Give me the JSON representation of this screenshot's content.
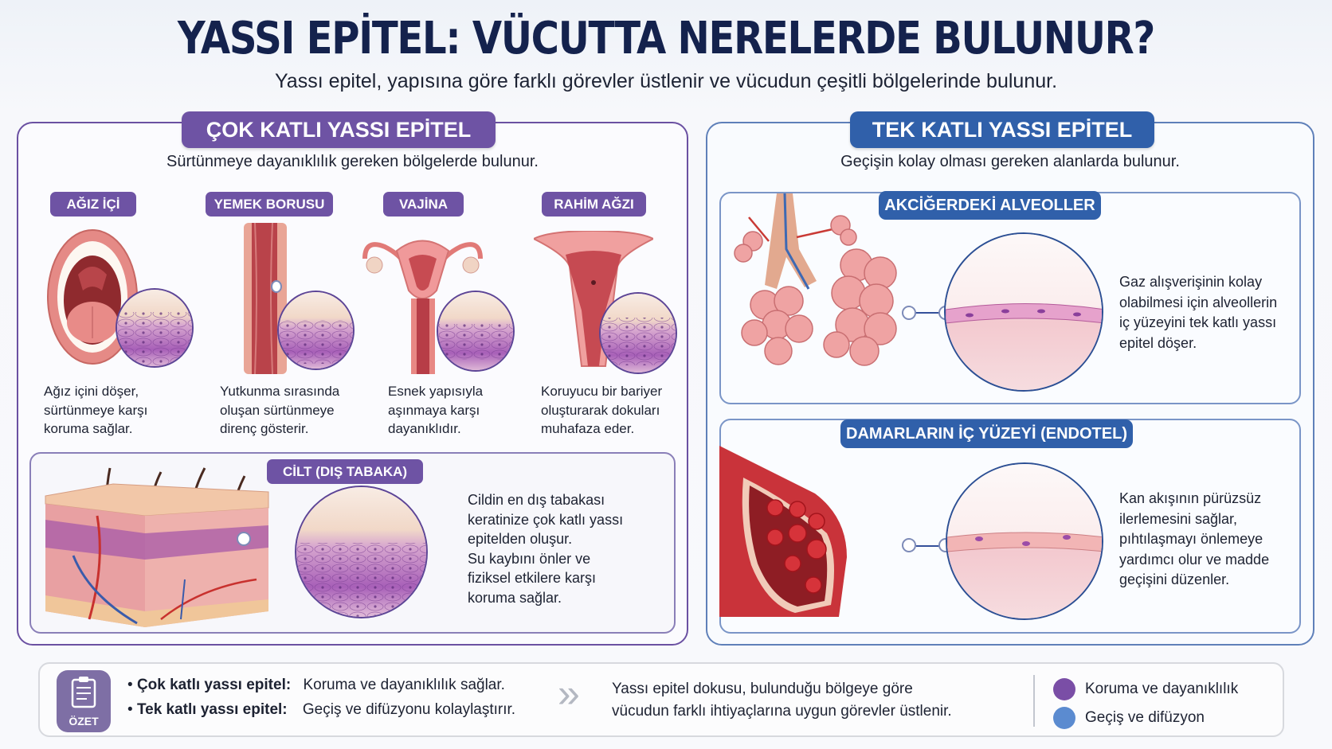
{
  "header": {
    "title": "YASSI EPİTEL: VÜCUTTA NERELERDE BULUNUR?",
    "subtitle": "Yassı epitel, yapısına göre farklı görevler üstlenir ve vücudun çeşitli bölgelerinde bulunur."
  },
  "left_panel": {
    "title": "ÇOK KATLI YASSI EPİTEL",
    "subtitle": "Sürtünmeye dayanıklılık gereken bölgelerde bulunur.",
    "organs": [
      {
        "label": "AĞIZ İÇİ",
        "icon": "open-mouth-icon",
        "lines": [
          "Ağız içini döşer,",
          "sürtünmeye karşı",
          "koruma sağlar."
        ]
      },
      {
        "label": "YEMEK BORUSU",
        "icon": "esophagus-icon",
        "lines": [
          "Yutkunma sırasında",
          "oluşan sürtünmeye",
          "direnç gösterir."
        ]
      },
      {
        "label": "VAJİNA",
        "icon": "uterus-vagina-icon",
        "lines": [
          "Esnek yapısıyla",
          "aşınmaya karşı",
          "dayanıklıdır."
        ]
      },
      {
        "label": "RAHİM AĞZI",
        "icon": "cervix-icon",
        "lines": [
          "Koruyucu bir bariyer",
          "oluşturarak dokuları",
          "muhafaza eder."
        ]
      }
    ],
    "skin": {
      "label": "CİLT (DIŞ TABAKA)",
      "icon": "skin-cross-section-icon",
      "lines": [
        "Cildin en dış tabakası",
        "keratinize çok katlı yassı",
        "epitelden oluşur.",
        "Su kaybını önler ve",
        "fiziksel etkilere karşı",
        "koruma sağlar."
      ]
    }
  },
  "right_panel": {
    "title": "TEK KATLI YASSI EPİTEL",
    "subtitle": "Geçişin kolay olması gereken alanlarda bulunur.",
    "alveoli": {
      "label": "AKCİĞERDEKİ ALVEOLLER",
      "icon": "lung-alveoli-icon",
      "lines": [
        "Gaz alışverişinin kolay",
        "olabilmesi için alveollerin",
        "iç yüzeyini tek katlı yassı",
        "epitel döşer."
      ]
    },
    "endothelium": {
      "label": "DAMARLARIN İÇ YÜZEYİ (ENDOTEL)",
      "icon": "blood-vessel-icon",
      "lines": [
        "Kan akışının pürüzsüz",
        "ilerlemesini sağlar,",
        "pıhtılaşmayı önlemeye",
        "yardımcı olur ve madde",
        "geçişini düzenler."
      ]
    }
  },
  "summary": {
    "badge": "ÖZET",
    "items": [
      {
        "term": "Çok katlı yassı epitel:",
        "text": "Koruma ve dayanıklılık sağlar."
      },
      {
        "term": "Tek katlı yassı epitel:",
        "text": "Geçiş ve difüzyonu kolaylaştırır."
      }
    ],
    "conclusion": [
      "Yassı epitel dokusu, bulunduğu bölgeye göre",
      "vücudun farklı ihtiyaçlarına uygun görevler üstlenir."
    ],
    "legend": [
      {
        "label": "Koruma ve dayanıklılık",
        "color": "#7a4ea6"
      },
      {
        "label": "Geçiş ve difüzyon",
        "color": "#5b8bd0"
      }
    ]
  },
  "colors": {
    "title_navy": "#14224d",
    "purple_accent": "#6e53a4",
    "blue_accent": "#3060aa",
    "tissue_pink": "#e7a3a6",
    "tissue_purple": "#9a5fb3"
  }
}
